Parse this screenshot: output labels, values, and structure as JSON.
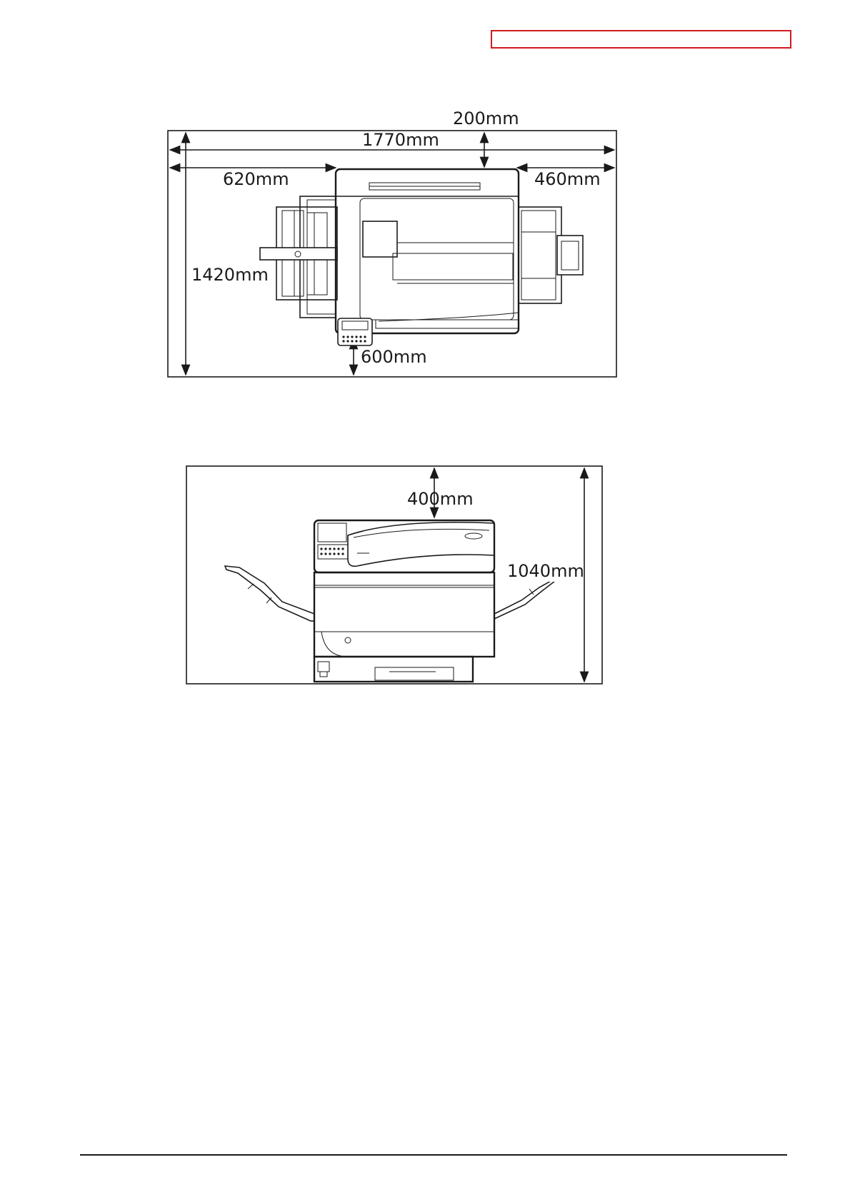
{
  "header": {
    "box_color": "#d0191f"
  },
  "top_view": {
    "dims": {
      "total_width": "1770mm",
      "rear_clearance": "200mm",
      "left_clearance": "620mm",
      "right_clearance": "460mm",
      "total_depth": "1420mm",
      "front_clearance": "600mm"
    }
  },
  "side_view": {
    "dims": {
      "top_clearance": "400mm",
      "total_height": "1040mm"
    }
  }
}
